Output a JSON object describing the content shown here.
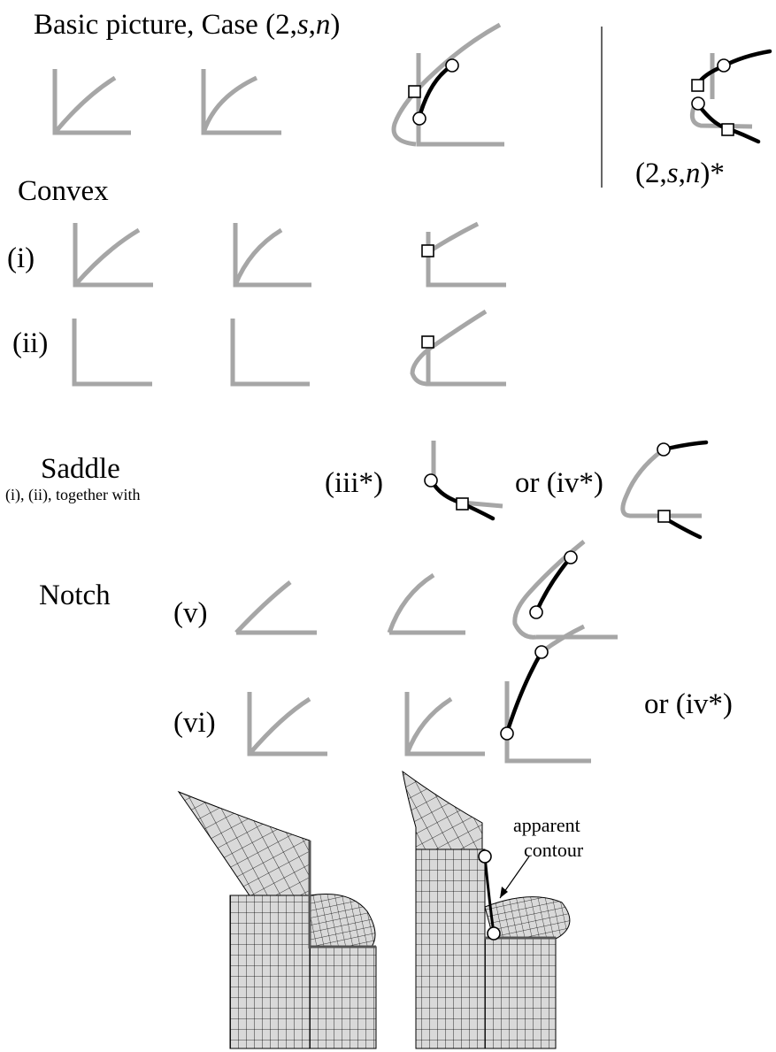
{
  "header": {
    "title_prefix": "Basic picture, Case (2,",
    "title_s": "s",
    "title_comma": ",",
    "title_n": "n",
    "title_suffix": ")",
    "star_prefix": "(2,",
    "star_s": "s",
    "star_comma": ",",
    "star_n": "n",
    "star_suffix": ")*"
  },
  "sections": {
    "convex": "Convex",
    "convex_i": "(i)",
    "convex_ii": "(ii)",
    "saddle": "Saddle",
    "saddle_note": "(i), (ii), together with",
    "saddle_iii": "(iii*)",
    "saddle_iv": "or (iv*)",
    "notch": "Notch",
    "notch_v": "(v)",
    "notch_vi": "(vi)",
    "notch_or": "or (iv*)"
  },
  "annotation": {
    "line1": "apparent",
    "line2": "contour"
  },
  "colors": {
    "grey_curve": "#a6a6a6",
    "black_curve": "#000000",
    "mesh_fill": "#d9d9d9"
  }
}
